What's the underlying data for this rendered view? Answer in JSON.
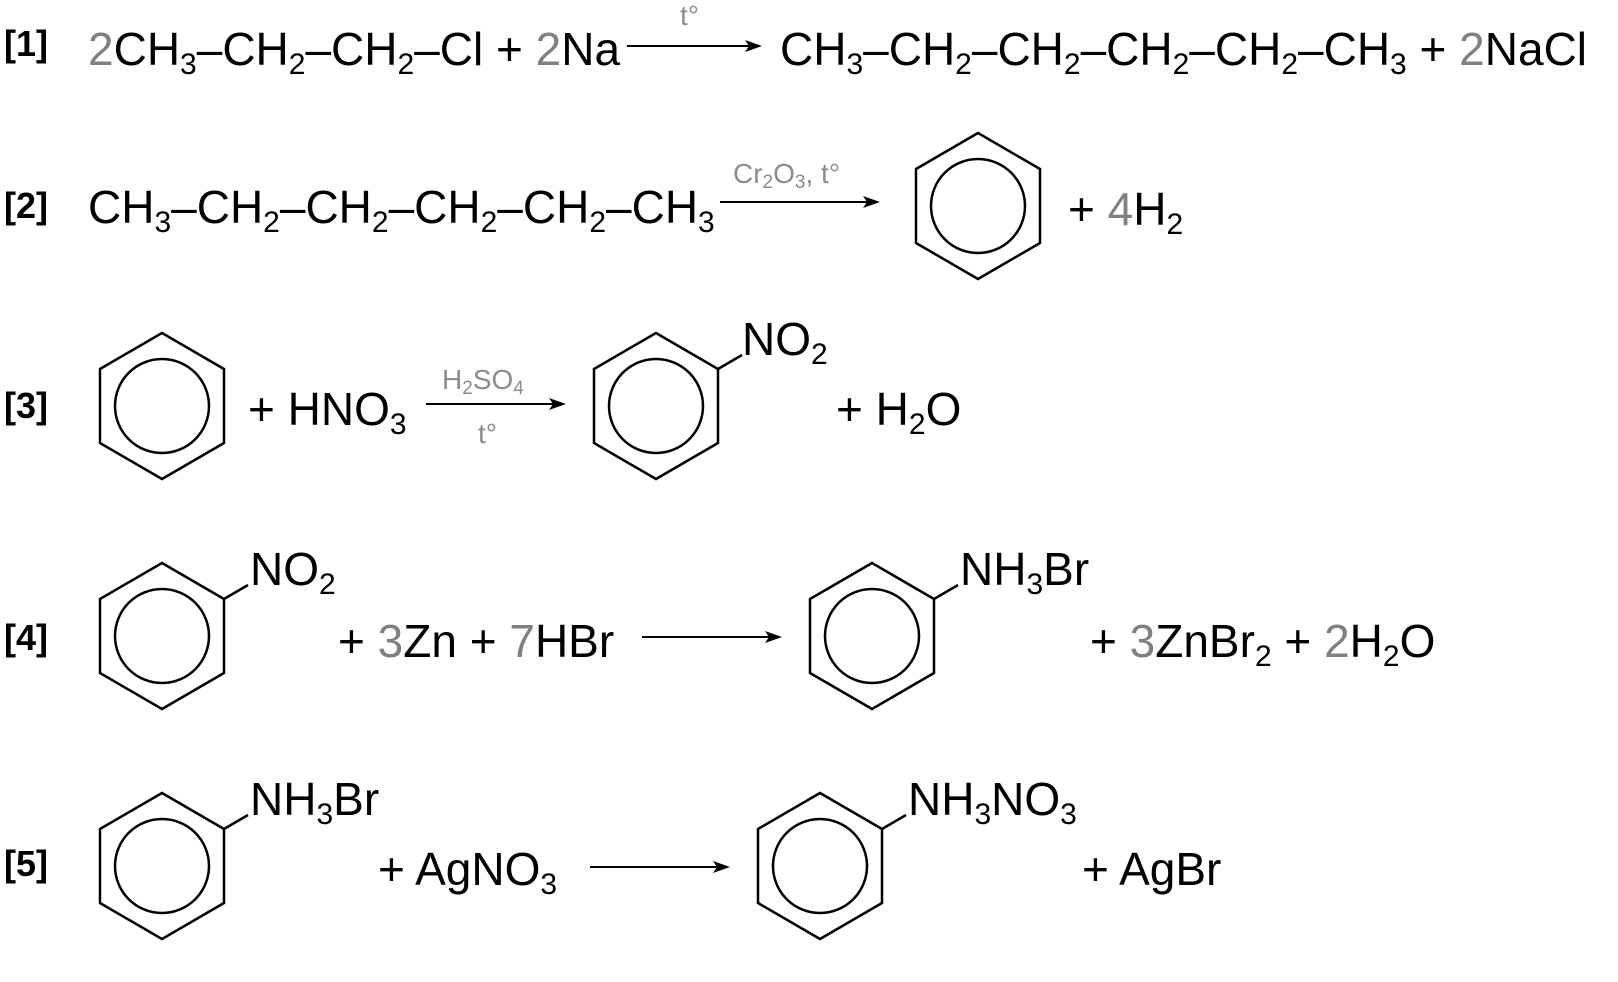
{
  "reactions": [
    {
      "label": "[1]",
      "reactants": {
        "c1": "2",
        "a1": "CH",
        "b1": "3",
        "a2": "–CH",
        "b2": "2",
        "a3": "–CH",
        "b3": "2",
        "a4": "–Cl + ",
        "c2": "2",
        "a5": "Na"
      },
      "condition_above": "t°",
      "products": {
        "a1": "CH",
        "b1": "3",
        "a2": "–CH",
        "b2": "2",
        "a3": "–CH",
        "b3": "2",
        "a4": "–CH",
        "b4": "2",
        "a5": "–CH",
        "b5": "2",
        "a6": "–CH",
        "b6": "3",
        "a7": " + ",
        "c1": "2",
        "a8": "NaCl"
      }
    },
    {
      "label": "[2]",
      "reactants": {
        "a1": "CH",
        "b1": "3",
        "a2": "–CH",
        "b2": "2",
        "a3": "–CH",
        "b3": "2",
        "a4": "–CH",
        "b4": "2",
        "a5": "–CH",
        "b5": "2",
        "a6": "–CH",
        "b6": "3"
      },
      "condition_above": {
        "a1": "Cr",
        "b1": "2",
        "a2": "O",
        "b2": "3",
        "a3": ", t°"
      },
      "products": {
        "ring": "benzene",
        "a1": "+ ",
        "c1": "4",
        "a2": "H",
        "b2": "2"
      }
    },
    {
      "label": "[3]",
      "reactants": {
        "ring": "benzene",
        "a1": "+ HNO",
        "b1": "3"
      },
      "condition_above": {
        "a1": "H",
        "b1": "2",
        "a2": "SO",
        "b2": "4"
      },
      "condition_below": "t°",
      "products": {
        "ring": "benzene",
        "sub_a": "NO",
        "sub_b": "2",
        "a1": "+ H",
        "b1": "2",
        "a2": "O"
      }
    },
    {
      "label": "[4]",
      "reactants": {
        "ring": "benzene",
        "sub_a": "NO",
        "sub_b": "2",
        "a1": "+ ",
        "c1": "3",
        "a2": "Zn + ",
        "c2": "7",
        "a3": "HBr"
      },
      "products": {
        "ring": "benzene",
        "sub_a": "NH",
        "sub_b": "3",
        "sub_c": "Br",
        "a1": "+ ",
        "c1": "3",
        "a2": "ZnBr",
        "b2": "2",
        "a3": " + ",
        "c2": "2",
        "a4": "H",
        "b4": "2",
        "a5": "O"
      }
    },
    {
      "label": "[5]",
      "reactants": {
        "ring": "benzene",
        "sub_a": "NH",
        "sub_b": "3",
        "sub_c": "Br",
        "a1": "+ AgNO",
        "b1": "3"
      },
      "products": {
        "ring": "benzene",
        "sub_a": "NH",
        "sub_b": "3",
        "sub_c": "NO",
        "sub_d": "3",
        "a1": "+ AgBr"
      }
    }
  ],
  "colors": {
    "text": "#000000",
    "coefficient": "#808080",
    "condition": "#8c8c8c"
  }
}
